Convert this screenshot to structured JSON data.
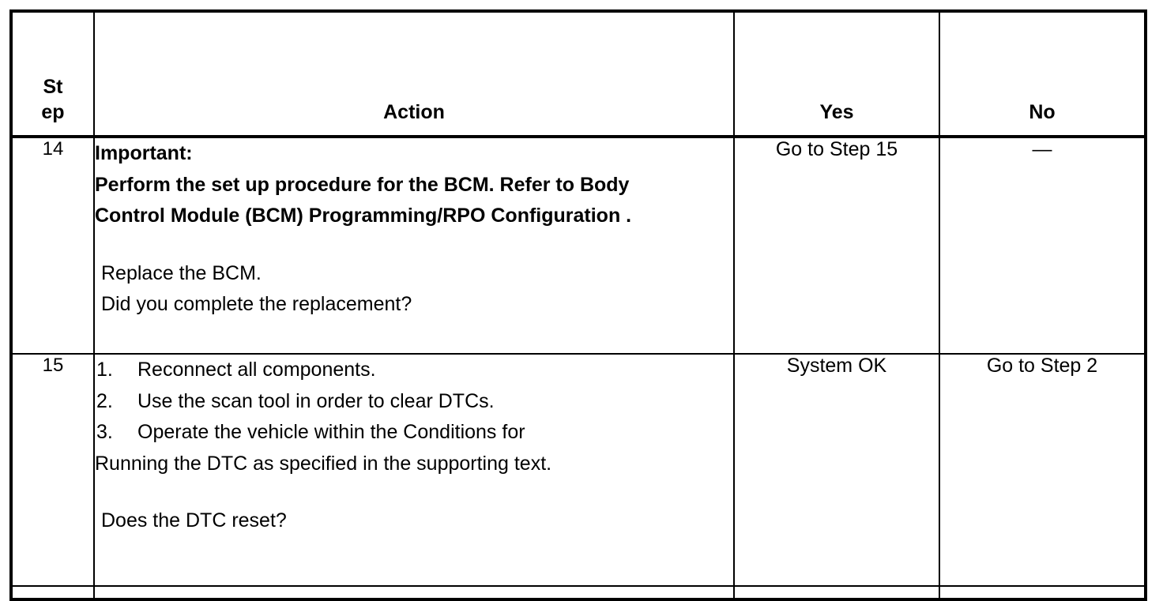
{
  "table": {
    "headers": {
      "step": {
        "line1": "St",
        "line2": "ep",
        "full": "Step"
      },
      "action": "Action",
      "yes": "Yes",
      "no": "No"
    },
    "rows": [
      {
        "step": "14",
        "action": {
          "emphasis_lines": [
            "Important:",
            "Perform the set up procedure for the BCM. Refer to Body",
            "Control Module (BCM) Programming/RPO Configuration ."
          ],
          "plain_lines": [
            "Replace the BCM.",
            "Did you complete the replacement?"
          ]
        },
        "yes": "Go to Step 15",
        "no": "—"
      },
      {
        "step": "15",
        "action": {
          "list_items": [
            {
              "num": "1.",
              "text": "Reconnect all components."
            },
            {
              "num": "2.",
              "text": "Use the scan tool in order to clear DTCs."
            },
            {
              "num": "3.",
              "text": "Operate the vehicle within the Conditions for"
            }
          ],
          "continuation": "Running the DTC as specified in the supporting text.",
          "question": "Does the DTC reset?"
        },
        "yes": "System OK",
        "no": "Go to Step 2"
      }
    ]
  },
  "style": {
    "border_color": "#000000",
    "background_color": "#ffffff",
    "text_color": "#000000"
  }
}
